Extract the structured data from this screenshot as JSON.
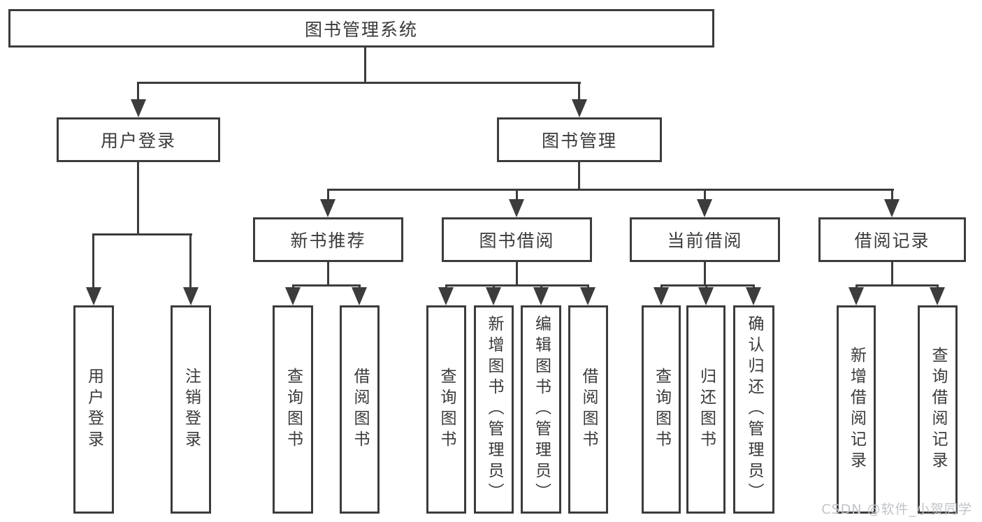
{
  "diagram_title": "图书管理系统",
  "tree": {
    "label": "图书管理系统",
    "children": [
      {
        "label": "用户登录",
        "children": [
          {
            "label": "用户登录"
          },
          {
            "label": "注销登录"
          }
        ]
      },
      {
        "label": "图书管理",
        "children": [
          {
            "label": "新书推荐",
            "children": [
              {
                "label": "查询图书"
              },
              {
                "label": "借阅图书"
              }
            ]
          },
          {
            "label": "图书借阅",
            "children": [
              {
                "label": "查询图书"
              },
              {
                "label": "新增图书（管理员）"
              },
              {
                "label": "编辑图书（管理员）"
              },
              {
                "label": "借阅图书"
              }
            ]
          },
          {
            "label": "当前借阅",
            "children": [
              {
                "label": "查询图书"
              },
              {
                "label": "归还图书"
              },
              {
                "label": "确认归还（管理员）"
              }
            ]
          },
          {
            "label": "借阅记录",
            "children": [
              {
                "label": "新增借阅记录"
              },
              {
                "label": "查询借阅记录"
              }
            ]
          }
        ]
      }
    ]
  },
  "watermark": {
    "text": "CSDN @软件_小贺同学"
  },
  "colors": {
    "line": "#3c3c3c",
    "text": "#3a3a3a",
    "node_background": "#ffffff",
    "page_background": "#ffffff",
    "watermark": "#c1c4c8"
  }
}
